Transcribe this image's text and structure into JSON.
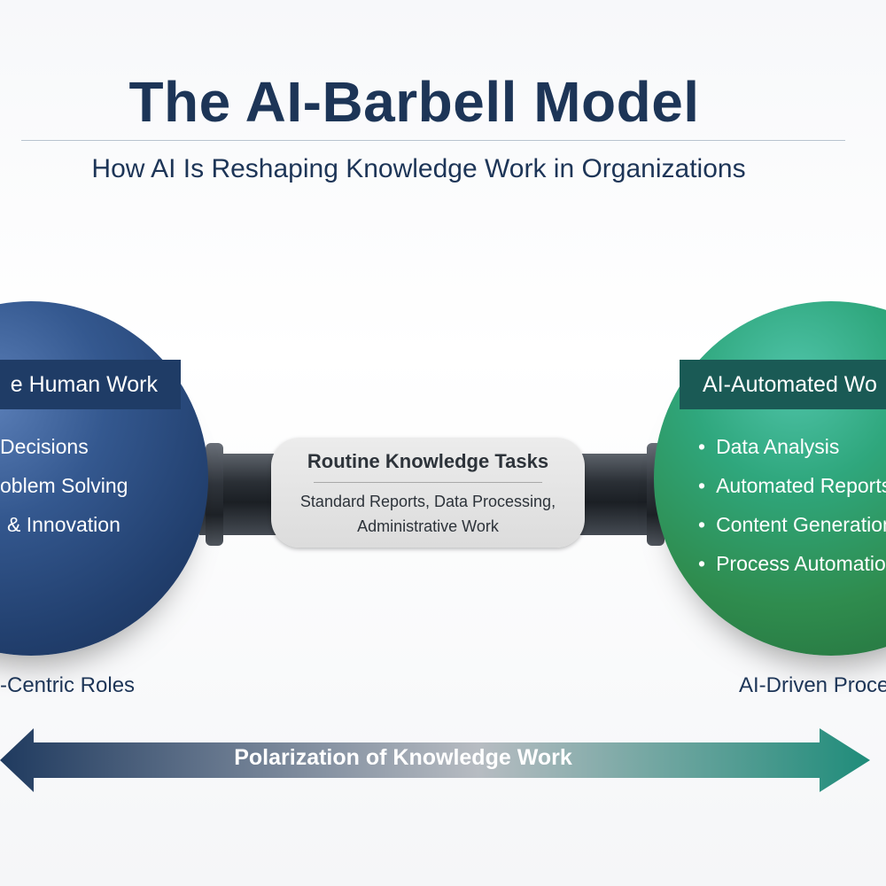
{
  "header": {
    "title": "The AI-Barbell Model",
    "subtitle": "How AI Is Reshaping Knowledge Work in Organizations"
  },
  "left_plate": {
    "banner": "e Human Work",
    "items": [
      "Decisions",
      "oblem Solving",
      "& Innovation"
    ],
    "color": "#1f3c66"
  },
  "right_plate": {
    "banner": "AI-Automated Wo",
    "bullet": "•",
    "items": [
      "Data Analysis",
      "Automated Reports",
      "Content Generation",
      "Process Automation"
    ],
    "color": "#1a5a55"
  },
  "middle": {
    "title": "Routine Knowledge Tasks",
    "line1": "Standard Reports, Data Processing,",
    "line2": "Administrative Work"
  },
  "bottom": {
    "left_role": "-Centric Roles",
    "right_role": "AI-Driven Proce",
    "arrow_label": "Polarization of Knowledge Work"
  },
  "colors": {
    "title": "#1d3557",
    "arrow_left": "#1f3a5f",
    "arrow_mid": "#b7bcc2",
    "arrow_right": "#1f8c7a"
  }
}
